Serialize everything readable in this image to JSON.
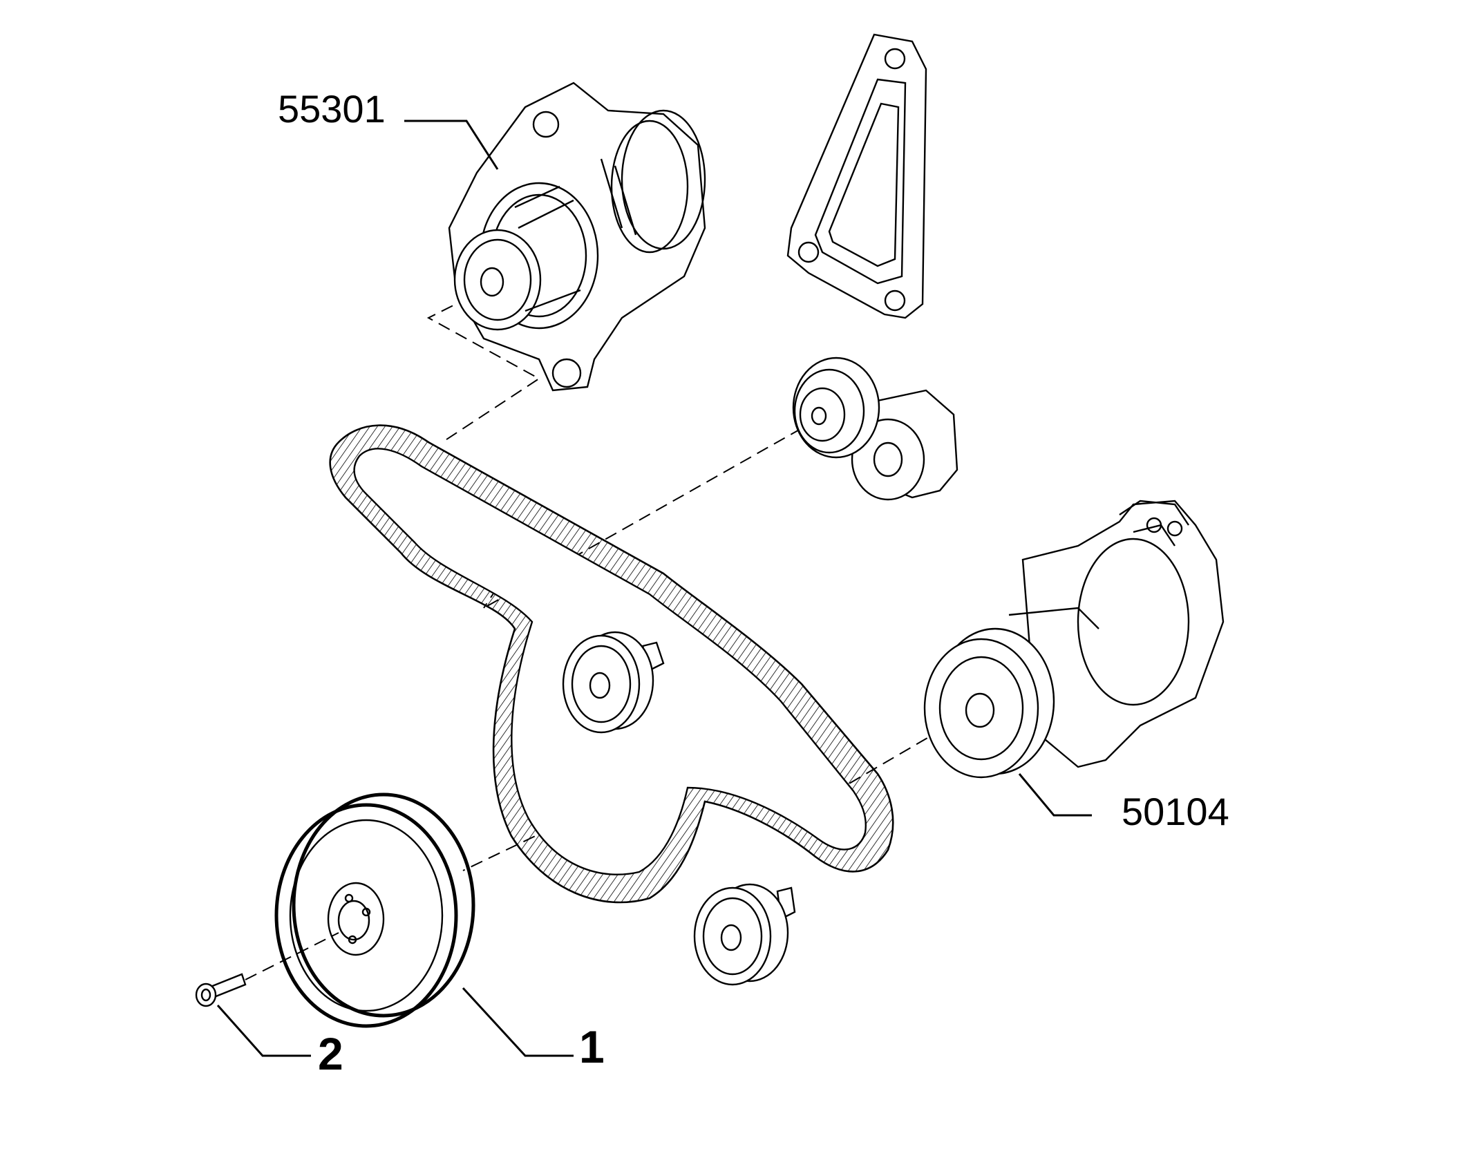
{
  "callouts": {
    "alternator": "55301",
    "compressor": "50104",
    "pulley": "1",
    "screw": "2"
  },
  "colors": {
    "line": "#000000",
    "background": "#ffffff"
  }
}
